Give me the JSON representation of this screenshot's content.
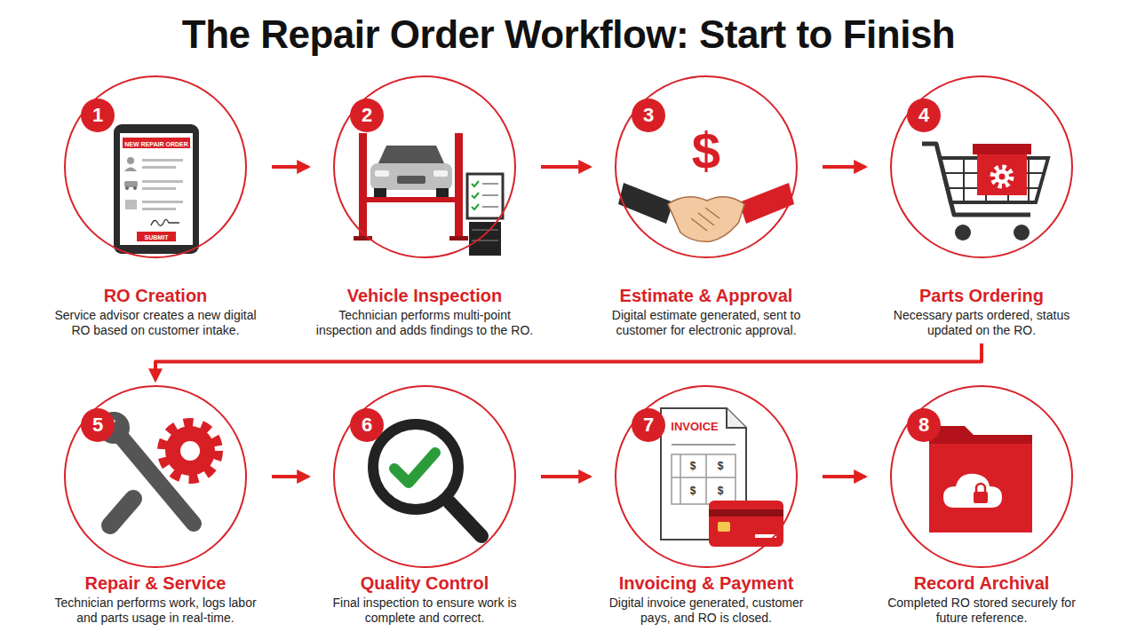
{
  "diagram": {
    "title": "The Repair Order Workflow: Start to Finish",
    "nodes": [
      {
        "text": [
          "RO Creation",
          "Service advisor creates a new digital RO based on customer intake."
        ]
      },
      {
        "text": [
          "1"
        ],
        "in": 0
      },
      {
        "text": [
          "Vehicle Inspection",
          "Technician performs multi-point inspection and adds findings to the RO."
        ]
      },
      {
        "text": [
          "2"
        ],
        "in": 2
      },
      {
        "text": [
          "Estimate & Approval",
          "Digital estimate generated, sent to customer for electronic approval."
        ]
      },
      {
        "text": [
          "3"
        ],
        "in": 4
      },
      {
        "text": [
          "Parts Ordering",
          "Necessary parts ordered, status updated on the RO."
        ]
      },
      {
        "text": [
          "4"
        ],
        "in": 6
      },
      {
        "text": [
          "Repair & Service",
          "Technician performs work, logs labor and parts usage in real-time."
        ]
      },
      {
        "text": [
          "5"
        ],
        "in": 8
      },
      {
        "text": [
          "Quality Control",
          "Final inspection to ensure work is complete and correct."
        ]
      },
      {
        "text": [
          "6"
        ],
        "in": 10
      },
      {
        "text": [
          "Invoicing & Payment",
          "Digital invoice generated, customer pays, and RO is closed."
        ]
      },
      {
        "text": [
          "7"
        ],
        "in": 12
      },
      {
        "text": [
          "Record Archival",
          "Completed RO stored securely for future reference."
        ]
      },
      {
        "text": [
          "8"
        ],
        "in": 14
      }
    ],
    "edges": [
      {
        "from": 0,
        "to": 2,
        "arrow": "to"
      },
      {
        "from": 2,
        "to": 4,
        "arrow": "to"
      },
      {
        "from": 4,
        "to": 6,
        "arrow": "to"
      },
      {
        "from": 6,
        "to": 8,
        "arrow": "to"
      },
      {
        "from": 8,
        "to": 10,
        "arrow": "to"
      },
      {
        "from": 10,
        "to": 12,
        "arrow": "to"
      },
      {
        "from": 12,
        "to": 14,
        "arrow": "to"
      }
    ],
    "labels": [
      "NEW REPAIR ORDER",
      "SUBMIT",
      "$",
      "INVOICE",
      "$",
      "$",
      "$",
      "$"
    ]
  }
}
